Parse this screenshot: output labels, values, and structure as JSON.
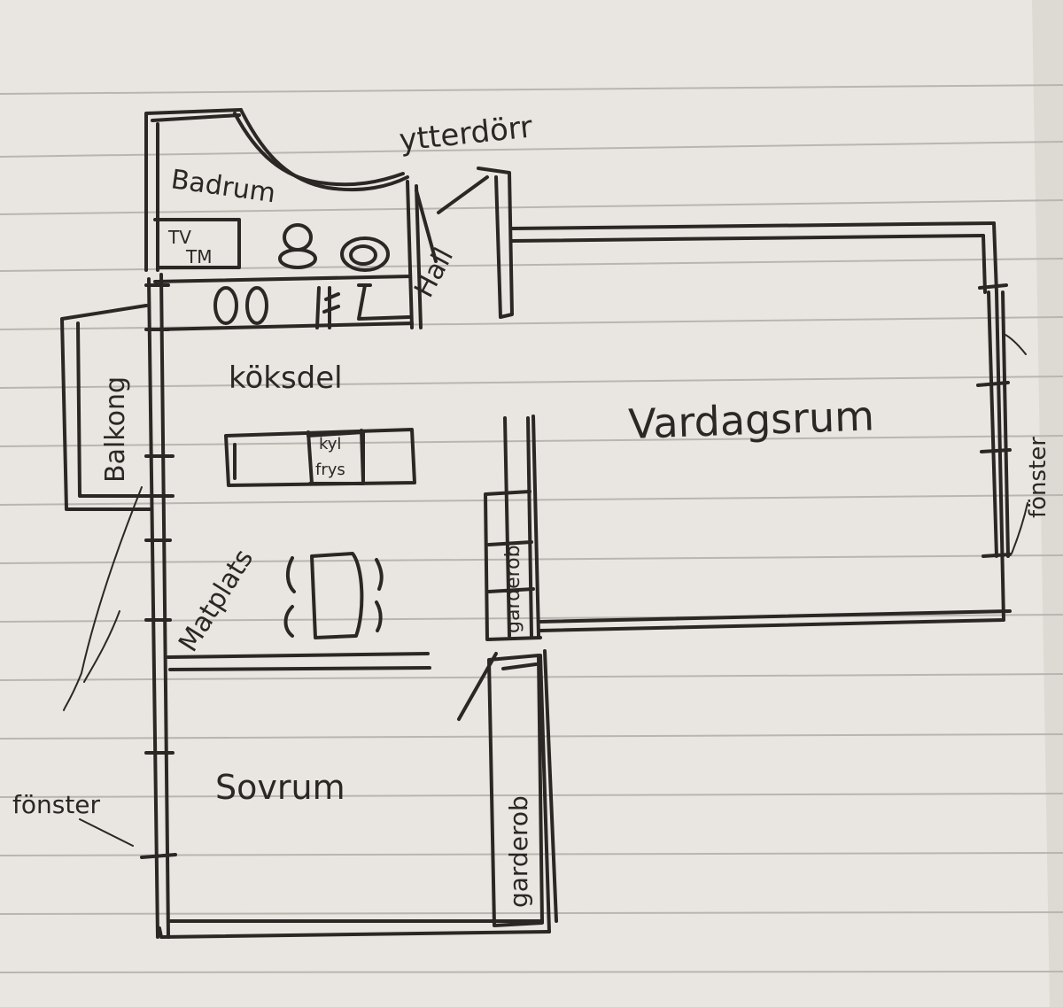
{
  "diagram": {
    "labels": {
      "ytterdorr": "ytterdörr",
      "badrum": "Badrum",
      "tv": "TV",
      "tm": "TM",
      "hall": "Hall",
      "koksdel": "köksdel",
      "balkong": "Balkong",
      "kyl": "kyl",
      "frys": "frys",
      "vardagsrum": "Vardagsrum",
      "fonster_right": "fönster",
      "garderob_upper": "garderob",
      "matplats": "Matplats",
      "sovrum": "Sovrum",
      "garderob_lower": "garderob",
      "fonster_left": "fönster"
    },
    "colors": {
      "paper": "#e9e6e1",
      "rule_line": "#b9b5b0",
      "ink": "#2a2724"
    }
  }
}
